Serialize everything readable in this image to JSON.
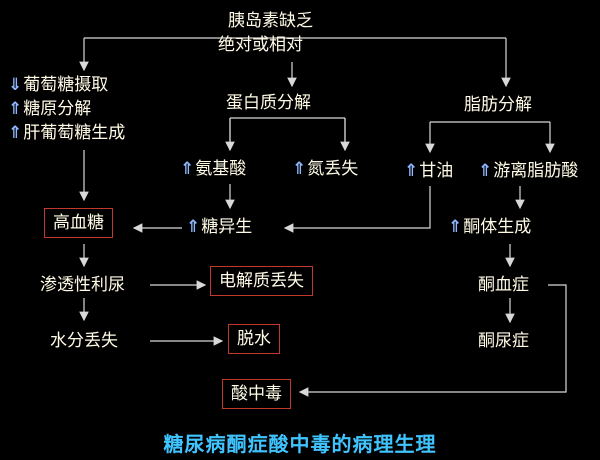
{
  "top": {
    "line1": "胰岛素缺乏",
    "line2": "绝对或相对"
  },
  "left_effects": [
    {
      "arrow": "⇓",
      "label": "葡萄糖摄取"
    },
    {
      "arrow": "⇑",
      "label": "糖原分解"
    },
    {
      "arrow": "⇑",
      "label": "肝葡萄糖生成"
    }
  ],
  "protein_breakdown": "蛋白质分解",
  "fat_breakdown": "脂肪分解",
  "amino_acids": {
    "arrow": "⇑",
    "label": "氨基酸"
  },
  "nitrogen_loss": {
    "arrow": "⇑",
    "label": "氮丢失"
  },
  "glycerol": {
    "arrow": "⇑",
    "label": "甘油"
  },
  "free_fatty_acids": {
    "arrow": "⇑",
    "label": "游离脂肪酸"
  },
  "hyperglycemia": "高血糖",
  "gluconeogenesis": {
    "arrow": "⇑",
    "label": "糖异生"
  },
  "ketogenesis": {
    "arrow": "⇑",
    "label": "酮体生成"
  },
  "osmotic_diuresis": "渗透性利尿",
  "electrolyte_loss": "电解质丢失",
  "ketonemia": "酮血症",
  "water_loss": "水分丢失",
  "dehydration": "脱水",
  "ketonuria": "酮尿症",
  "acidosis": "酸中毒",
  "caption": "糖尿病酮症酸中毒的病理生理",
  "colors": {
    "text": "#fffbe6",
    "box_border": "#c0392b",
    "arrow_icon": "#8fb8ff",
    "caption": "#40c4ff",
    "line": "#d8d8d8"
  }
}
